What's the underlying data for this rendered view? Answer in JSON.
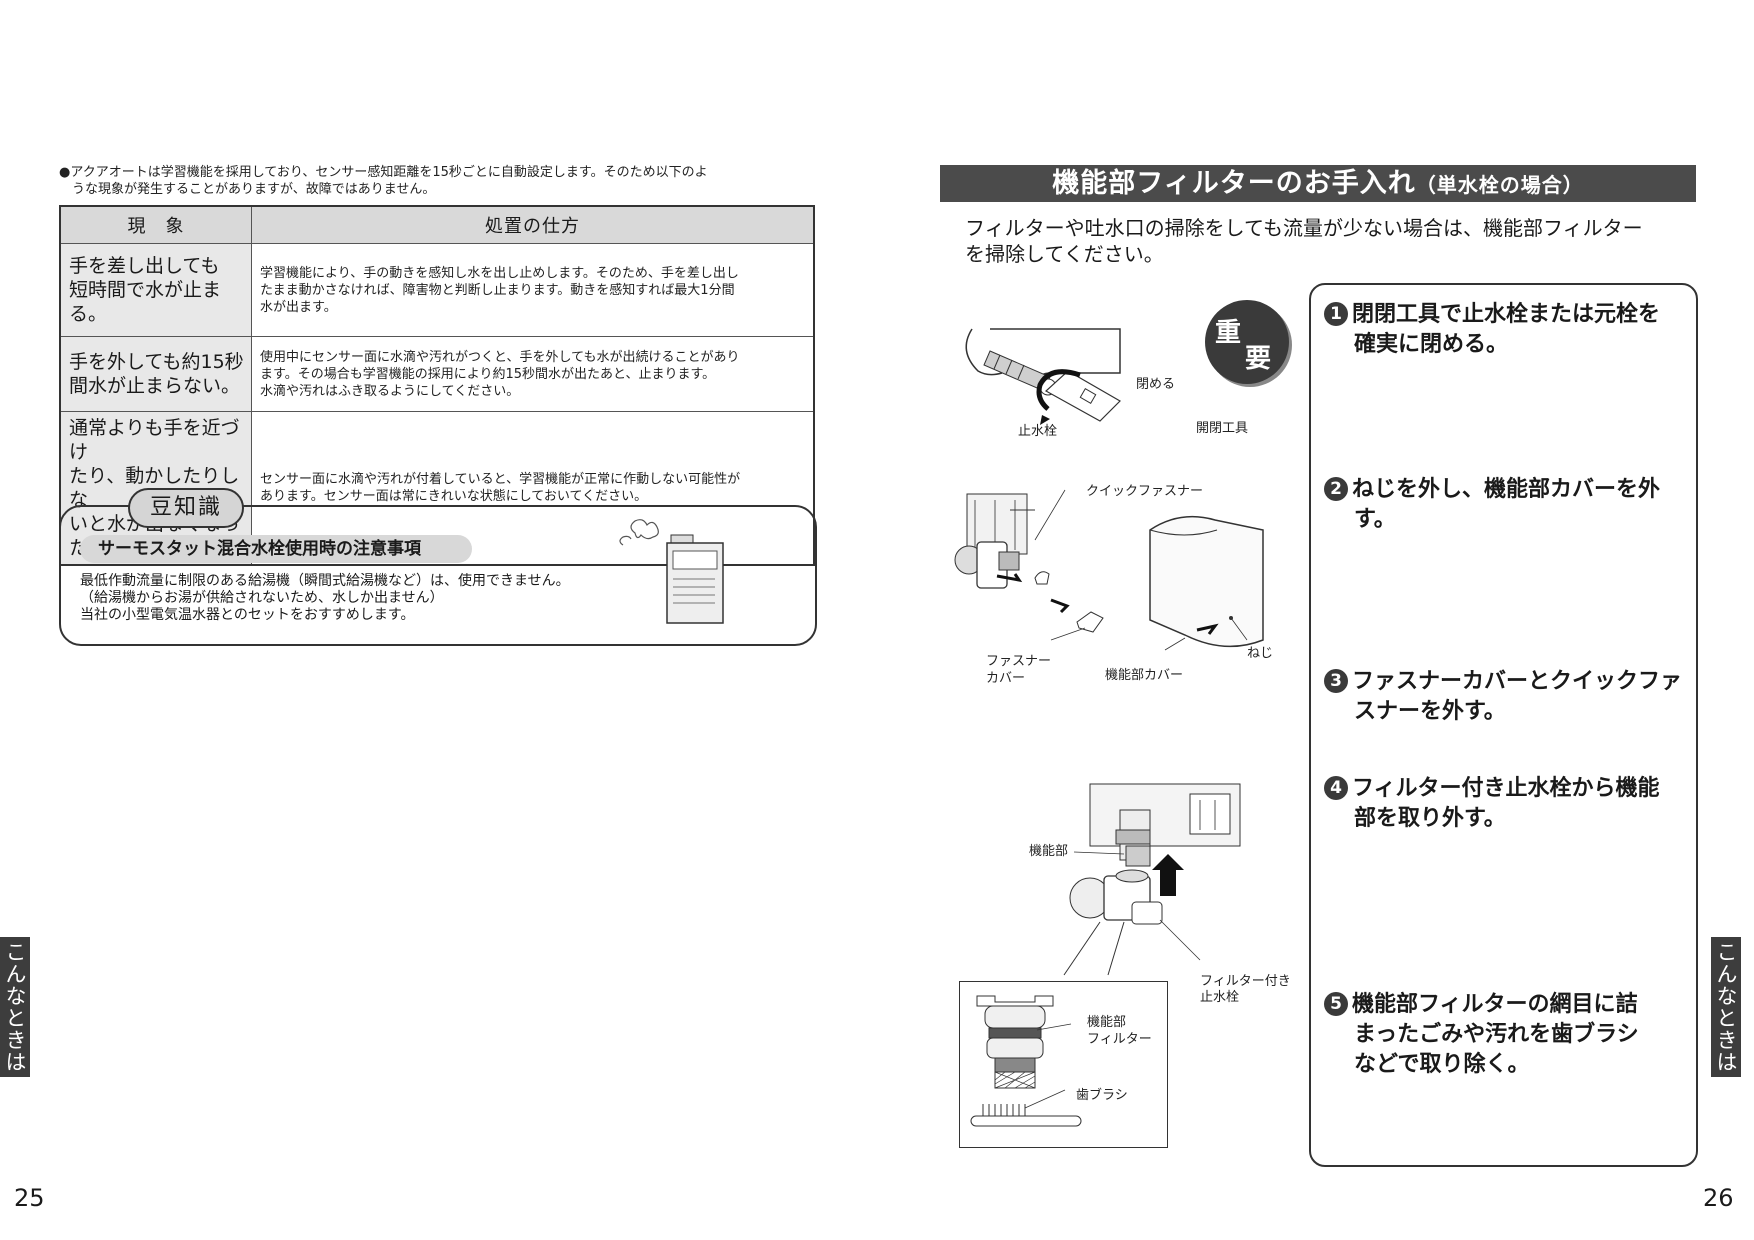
{
  "left_page": {
    "note_line1": "●アクアオートは学習機能を採用しており、センサー感知距離を15秒ごとに自動設定します。そのため以下のよ",
    "note_line2": "うな現象が発生することがありますが、故障ではありません。",
    "table": {
      "header_symptom": "現　象",
      "header_fix": "処置の仕方",
      "rows": [
        {
          "symptom": [
            "手を差し出しても",
            "短時間で水が止まる。"
          ],
          "fix": [
            "学習機能により、手の動きを感知し水を出し止めします。そのため、手を差し出し",
            "たまま動かさなければ、障害物と判断し止まります。動きを感知すれば最大1分間",
            "水が出ます。"
          ]
        },
        {
          "symptom": [
            "手を外しても約15秒",
            "間水が止まらない。"
          ],
          "fix": [
            "使用中にセンサー面に水滴や汚れがつくと、手を外しても水が出続けることがあり",
            "ます。その場合も学習機能の採用により約15秒間水が出たあと、止まります。",
            "水滴や汚れはふき取るようにしてください。"
          ]
        },
        {
          "symptom": [
            "通常よりも手を近づけ",
            "たり、動かしたりしな",
            "いと水が出なくなった。"
          ],
          "fix": [
            "センサー面に水滴や汚れが付着していると、学習機能が正常に作動しない可能性が",
            "あります。センサー面は常にきれいな状態にしておいてください。"
          ]
        }
      ]
    },
    "tip": {
      "tab_label": "豆知識",
      "subtitle": "サーモスタット混合水栓使用時の注意事項",
      "lines": [
        "最低作動流量に制限のある給湯機（瞬間式給湯機など）は、使用できません。",
        "（給湯機からお湯が供給されないため、水しか出ません）",
        "当社の小型電気温水器とのセットをおすすめします。"
      ]
    },
    "side_tab": "こんなときは",
    "page_number": "25"
  },
  "right_page": {
    "title_main": "機能部フィルターのお手入れ",
    "title_sub": "（単水栓の場合）",
    "intro_line1": "フィルターや吐水口の掃除をしても流量が少ない場合は、機能部フィルター",
    "intro_line2": "を掃除してください。",
    "badge": {
      "char1": "重",
      "char2": "要"
    },
    "steps": [
      {
        "num": "1",
        "line1": "閉閉工具で止水栓または元栓を",
        "line2": "確実に閉める。"
      },
      {
        "num": "2",
        "line1": "ねじを外し、機能部カバーを外",
        "line2": "す。"
      },
      {
        "num": "3",
        "line1": "ファスナーカバーとクイックファ",
        "line2": "スナーを外す。"
      },
      {
        "num": "4",
        "line1": "フィルター付き止水栓から機能",
        "line2": "部を取り外す。"
      },
      {
        "num": "5",
        "line1": "機能部フィルターの網目に詰",
        "line2": "まったごみや汚れを歯ブラシ",
        "line3": "などで取り除く。"
      }
    ],
    "labels": {
      "close": "閉める",
      "stop_valve": "止水栓",
      "tool": "開閉工具",
      "quick_fastener": "クイックファスナー",
      "fastener_cover_1": "ファスナー",
      "fastener_cover_2": "カバー",
      "function_cover": "機能部カバー",
      "screw": "ねじ",
      "function_unit": "機能部",
      "filter_valve_1": "フィルター付き",
      "filter_valve_2": "止水栓",
      "function_filter_1": "機能部",
      "function_filter_2": "フィルター",
      "toothbrush": "歯ブラシ"
    },
    "side_tab": "こんなときは",
    "page_number": "26"
  }
}
